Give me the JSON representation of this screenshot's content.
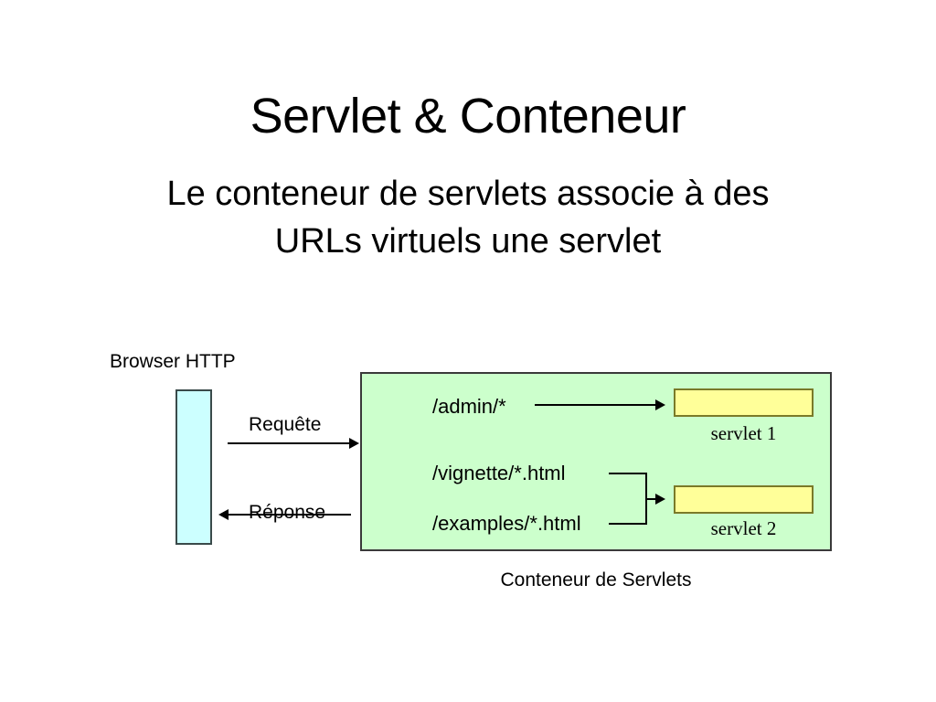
{
  "slide": {
    "title": "Servlet & Conteneur",
    "subtitle": "Le conteneur de servlets associe à des URLs virtuels une servlet"
  },
  "diagram": {
    "browser": {
      "label": "Browser HTTP",
      "box_color": "#ccffff"
    },
    "messages": {
      "request_label": "Requête",
      "response_label": "Réponse"
    },
    "container": {
      "caption": "Conteneur de Servlets",
      "fill_color": "#ccffcc",
      "url_mappings": [
        {
          "pattern": "/admin/*",
          "target": "servlet 1"
        },
        {
          "pattern": "/vignette/*.html",
          "target": "servlet 2"
        },
        {
          "pattern": "/examples/*.html",
          "target": "servlet 2"
        }
      ],
      "servlets": [
        {
          "name": "servlet 1",
          "fill_color": "#ffff99"
        },
        {
          "name": "servlet 2",
          "fill_color": "#ffff99"
        }
      ]
    }
  }
}
